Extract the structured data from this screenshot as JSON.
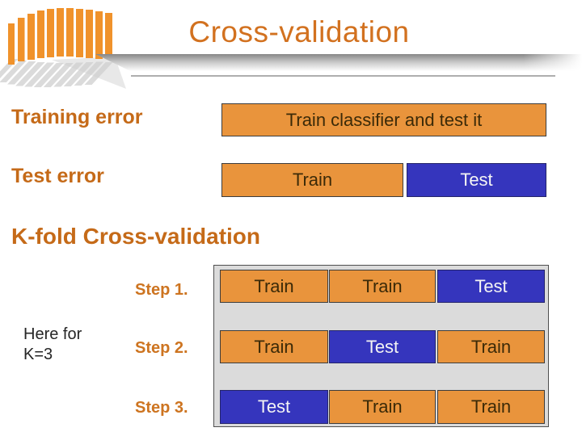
{
  "title": "Cross-validation",
  "training_error": {
    "label": "Training error",
    "box": "Train classifier and test it"
  },
  "test_error": {
    "label": "Test error",
    "cells": [
      "Train",
      "Test"
    ]
  },
  "kfold": {
    "heading": "K-fold Cross-validation",
    "note": {
      "line1": "Here for",
      "line2": "K=3"
    },
    "steps": [
      {
        "label": "Step 1.",
        "cells": [
          "Train",
          "Train",
          "Test"
        ]
      },
      {
        "label": "Step 2.",
        "cells": [
          "Train",
          "Test",
          "Train"
        ]
      },
      {
        "label": "Step 3.",
        "cells": [
          "Test",
          "Train",
          "Train"
        ]
      }
    ]
  },
  "colors": {
    "title_orange": "#D2711F",
    "heading_orange": "#C56A18",
    "box_orange": "#E9943C",
    "box_blue": "#3535BD",
    "box_text_dark": "#3B2A08",
    "box_text_light": "#F4F4F4",
    "panel_gray": "#DBDBDB"
  }
}
